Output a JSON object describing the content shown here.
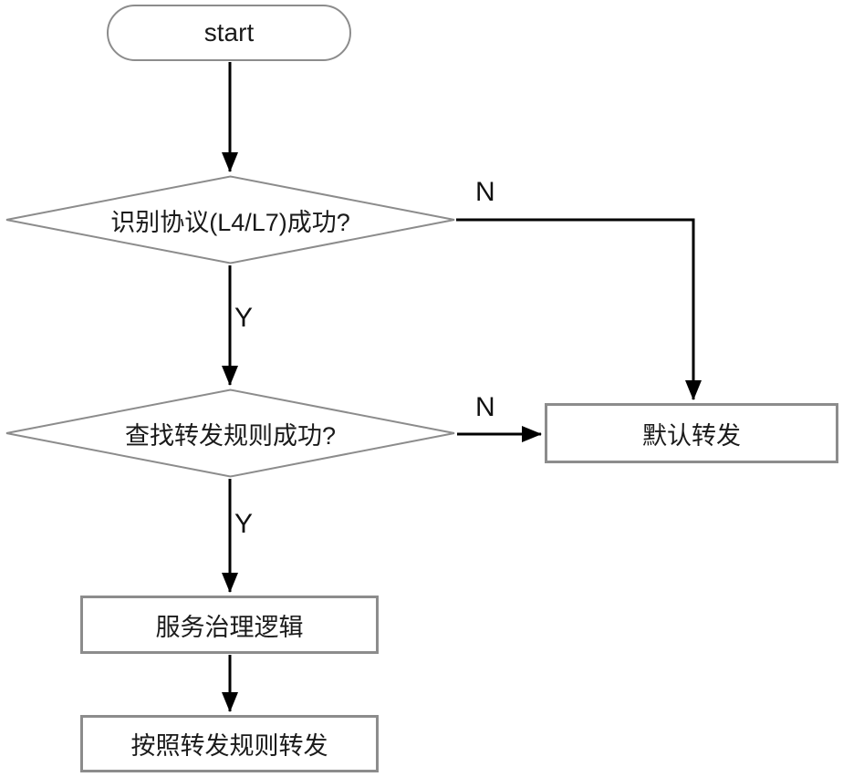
{
  "diagram": {
    "type": "flowchart",
    "background_color": "#ffffff",
    "shape_border_color": "#8c8c8c",
    "connector_color": "#000000",
    "text_color": "#1a1a1a",
    "nodes": {
      "start": {
        "type": "terminator",
        "label": "start"
      },
      "decision_protocol": {
        "type": "decision",
        "label": "识别协议(L4/L7)成功?"
      },
      "decision_rule": {
        "type": "decision",
        "label": "查找转发规则成功?"
      },
      "default_forward": {
        "type": "process",
        "label": "默认转发"
      },
      "service_governance": {
        "type": "process",
        "label": "服务治理逻辑"
      },
      "forward_by_rule": {
        "type": "process",
        "label": "按照转发规则转发"
      }
    },
    "edges": [
      {
        "from": "start",
        "to": "decision_protocol",
        "label": ""
      },
      {
        "from": "decision_protocol",
        "to": "default_forward",
        "label": "N"
      },
      {
        "from": "decision_protocol",
        "to": "decision_rule",
        "label": "Y"
      },
      {
        "from": "decision_rule",
        "to": "default_forward",
        "label": "N"
      },
      {
        "from": "decision_rule",
        "to": "service_governance",
        "label": "Y"
      },
      {
        "from": "service_governance",
        "to": "forward_by_rule",
        "label": ""
      }
    ],
    "edge_labels": {
      "n1": "N",
      "y1": "Y",
      "n2": "N",
      "y2": "Y"
    }
  }
}
